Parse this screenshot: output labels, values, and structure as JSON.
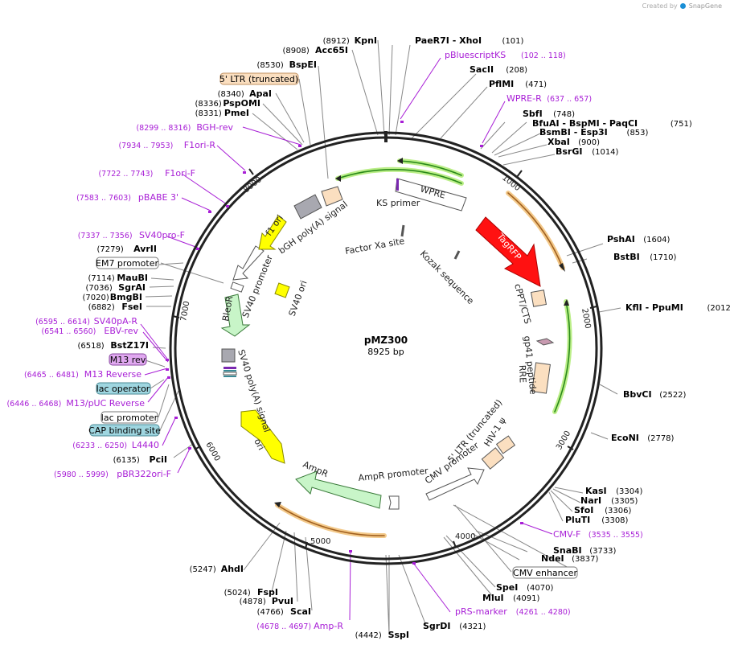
{
  "credit": {
    "prefix": "Created by",
    "brand": "SnapGene"
  },
  "plasmid": {
    "name": "pMZ300",
    "length_bp": 8925,
    "size_label": "8925 bp"
  },
  "ticks": [
    "1000",
    "2000",
    "3000",
    "4000",
    "5000",
    "6000",
    "7000",
    "8000"
  ],
  "colors": {
    "backbone": "#222222",
    "primer": "#a81ed6",
    "leader": "#888888"
  },
  "enzymes_right": [
    {
      "text": "PaeR7I  - XhoI",
      "pos": "(101)"
    },
    {
      "text": "SacII",
      "pos": "(208)"
    },
    {
      "text": "PflMI",
      "pos": "(471)"
    },
    {
      "text": "SbfI",
      "pos": "(748)"
    },
    {
      "text": "BfuAI  - BspMI  - PaqCI",
      "pos": "(751)"
    },
    {
      "text": "BsmBI  - Esp3I",
      "pos": "(853)"
    },
    {
      "text": "XbaI",
      "pos": "(900)"
    },
    {
      "text": "BsrGI",
      "pos": "(1014)"
    },
    {
      "text": "PshAI",
      "pos": "(1604)"
    },
    {
      "text": "BstBI",
      "pos": "(1710)"
    },
    {
      "text": "KflI  - PpuMI",
      "pos": "(2012)"
    },
    {
      "text": "BbvCI",
      "pos": "(2522)"
    },
    {
      "text": "EcoNI",
      "pos": "(2778)"
    },
    {
      "text": "KasI",
      "pos": "(3304)"
    },
    {
      "text": "NarI",
      "pos": "(3305)"
    },
    {
      "text": "SfoI",
      "pos": "(3306)"
    },
    {
      "text": "PluTI",
      "pos": "(3308)"
    },
    {
      "text": "SnaBI",
      "pos": "(3733)"
    },
    {
      "text": "NdeI",
      "pos": "(3837)"
    },
    {
      "text": "SpeI",
      "pos": "(4070)"
    },
    {
      "text": "MluI",
      "pos": "(4091)"
    },
    {
      "text": "SgrDI",
      "pos": "(4321)"
    }
  ],
  "enzymes_left": [
    {
      "text": "KpnI",
      "pos": "(8912)"
    },
    {
      "text": "Acc65I",
      "pos": "(8908)"
    },
    {
      "text": "BspEI",
      "pos": "(8530)"
    },
    {
      "text": "ApaI",
      "pos": "(8340)"
    },
    {
      "text": "PspOMI",
      "pos": "(8336)"
    },
    {
      "text": "PmeI",
      "pos": "(8331)"
    },
    {
      "text": "AvrII",
      "pos": "(7279)"
    },
    {
      "text": "MauBI",
      "pos": "(7114)"
    },
    {
      "text": "SgrAI",
      "pos": "(7036)"
    },
    {
      "text": "BmgBI",
      "pos": "(7020)"
    },
    {
      "text": "FseI",
      "pos": "(6882)"
    },
    {
      "text": "BstZ17I",
      "pos": "(6518)"
    },
    {
      "text": "PciI",
      "pos": "(6135)"
    },
    {
      "text": "AhdI",
      "pos": "(5247)"
    },
    {
      "text": "FspI",
      "pos": "(5024)"
    },
    {
      "text": "PvuI",
      "pos": "(4878)"
    },
    {
      "text": "ScaI",
      "pos": "(4766)"
    },
    {
      "text": "SspI",
      "pos": "(4442)"
    }
  ],
  "primers_right": [
    {
      "text": "pBluescriptKS",
      "pos": "(102 .. 118)"
    },
    {
      "text": "WPRE-R",
      "pos": "(637 .. 657)"
    },
    {
      "text": "CMV-F",
      "pos": "(3535 .. 3555)"
    },
    {
      "text": "pRS-marker",
      "pos": "(4261 .. 4280)"
    }
  ],
  "primers_left": [
    {
      "text": "BGH-rev",
      "pos": "(8299 .. 8316)"
    },
    {
      "text": "F1ori-R",
      "pos": "(7934 .. 7953)"
    },
    {
      "text": "F1ori-F",
      "pos": "(7722 .. 7743)"
    },
    {
      "text": "pBABE 3'",
      "pos": "(7583 .. 7603)"
    },
    {
      "text": "SV40pro-F",
      "pos": "(7337 .. 7356)"
    },
    {
      "text": "SV40pA-R",
      "pos": "(6595 .. 6614)"
    },
    {
      "text": "EBV-rev",
      "pos": "(6541 .. 6560)"
    },
    {
      "text": "M13 Reverse",
      "pos": "(6465 .. 6481)"
    },
    {
      "text": "M13/pUC Reverse",
      "pos": "(6446 .. 6468)"
    },
    {
      "text": "L4440",
      "pos": "(6233 .. 6250)"
    },
    {
      "text": "pBR322ori-F",
      "pos": "(5980 .. 5999)"
    },
    {
      "text": "Amp-R",
      "pos": "(4678 .. 4697)"
    }
  ],
  "boxed": [
    {
      "text": "5' LTR (truncated)",
      "fill": "#fbdfc0",
      "stroke": "#c09060"
    },
    {
      "text": "EM7 promoter",
      "fill": "#ffffff",
      "stroke": "#777777"
    },
    {
      "text": "M13 rev",
      "fill": "#e0a8f0",
      "stroke": "#8a4aa0"
    },
    {
      "text": "lac operator",
      "fill": "#9fd6e0",
      "stroke": "#4a8a96"
    },
    {
      "text": "lac promoter",
      "fill": "#ffffff",
      "stroke": "#777777"
    },
    {
      "text": "CAP binding site",
      "fill": "#9fd6e0",
      "stroke": "#4a8a96"
    },
    {
      "text": "CMV enhancer",
      "fill": "#ffffff",
      "stroke": "#777777"
    }
  ],
  "features": [
    {
      "text": "WPRE",
      "color": "#ffffff"
    },
    {
      "text": "KS primer",
      "color": "#ffffff"
    },
    {
      "text": "TagRFP",
      "color": "#ff1111"
    },
    {
      "text": "cPPT/CTS",
      "color": "#fbdfc0"
    },
    {
      "text": "gp41 peptide",
      "color": "#c89ab0"
    },
    {
      "text": "RRE",
      "color": "#fbdfc0"
    },
    {
      "text": "HIV-1 ψ",
      "color": "#fbdfc0"
    },
    {
      "text": "5' LTR (truncated)",
      "color": "#fbdfc0"
    },
    {
      "text": "CMV promoter",
      "color": "#ffffff"
    },
    {
      "text": "AmpR promoter",
      "color": "#ffffff"
    },
    {
      "text": "AmpR",
      "color": "#c8f5c8"
    },
    {
      "text": "ori",
      "color": "#ffff00"
    },
    {
      "text": "SV40 poly(A) signal",
      "color": "#a8a8b0"
    },
    {
      "text": "BleoR",
      "color": "#c8f5c8"
    },
    {
      "text": "SV40 promoter",
      "color": "#ffffff"
    },
    {
      "text": "SV40 ori",
      "color": "#ffff00"
    },
    {
      "text": "f1 ori",
      "color": "#ffff00"
    },
    {
      "text": "bGH poly(A) signal",
      "color": "#a8a8b0"
    },
    {
      "text": "Factor Xa site",
      "color": "#555555"
    },
    {
      "text": "Kozak sequence",
      "color": "#555555"
    }
  ]
}
